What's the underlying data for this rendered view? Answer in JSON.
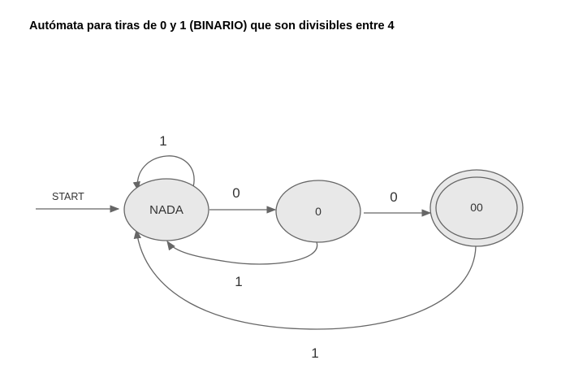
{
  "page": {
    "title": "Autómata para tiras de 0 y 1 (BINARIO) que son divisibles entre 4"
  },
  "automaton": {
    "start_label": "START",
    "states": {
      "nada": {
        "label": "NADA",
        "accepting": false
      },
      "zero": {
        "label": "0",
        "accepting": false
      },
      "double_zero": {
        "label": "00",
        "accepting": true
      }
    },
    "transitions": {
      "nada_self": {
        "from": "NADA",
        "to": "NADA",
        "symbol": "1"
      },
      "nada_to_zero": {
        "from": "NADA",
        "to": "0",
        "symbol": "0"
      },
      "zero_to_double_zero": {
        "from": "0",
        "to": "00",
        "symbol": "0"
      },
      "zero_to_nada": {
        "from": "0",
        "to": "NADA",
        "symbol": "1"
      },
      "double_zero_to_nada": {
        "from": "00",
        "to": "NADA",
        "symbol": "1"
      }
    }
  },
  "colors": {
    "state_fill": "#e8e8e8",
    "state_stroke": "#666666",
    "edge_stroke": "#666666",
    "text": "#333333"
  }
}
